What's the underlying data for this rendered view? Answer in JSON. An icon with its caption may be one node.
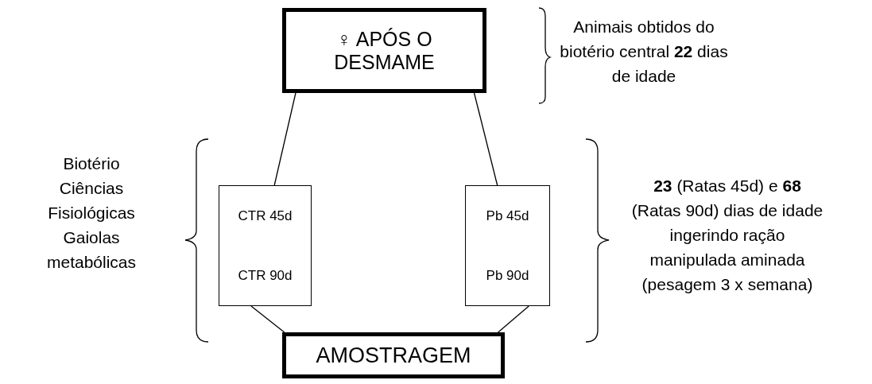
{
  "diagram": {
    "nodes": [
      {
        "text": [
          "♀ APÓS O DESMAME"
        ]
      },
      {
        "text": [
          "CTR 45d",
          "CTR 90d"
        ]
      },
      {
        "text": [
          "Pb 45d",
          "Pb 90d"
        ]
      },
      {
        "text": [
          "AMOSTRAGEM"
        ]
      }
    ],
    "edges": [
      {
        "from": 0,
        "to": 1,
        "arrow": "none"
      },
      {
        "from": 0,
        "to": 2,
        "arrow": "none"
      },
      {
        "from": 1,
        "to": 3,
        "arrow": "none"
      },
      {
        "from": 2,
        "to": 3,
        "arrow": "none"
      }
    ],
    "labels": [
      "Animais obtidos do biotério central **22** dias de idade",
      "Biotério Ciências Fisiológicas Gaiolas metabólicas",
      "**23** (Ratas 45d) e **68** (Ratas 90d) dias de idade ingerindo ração manipulada aminada (pesagem 3 x semana)"
    ]
  }
}
